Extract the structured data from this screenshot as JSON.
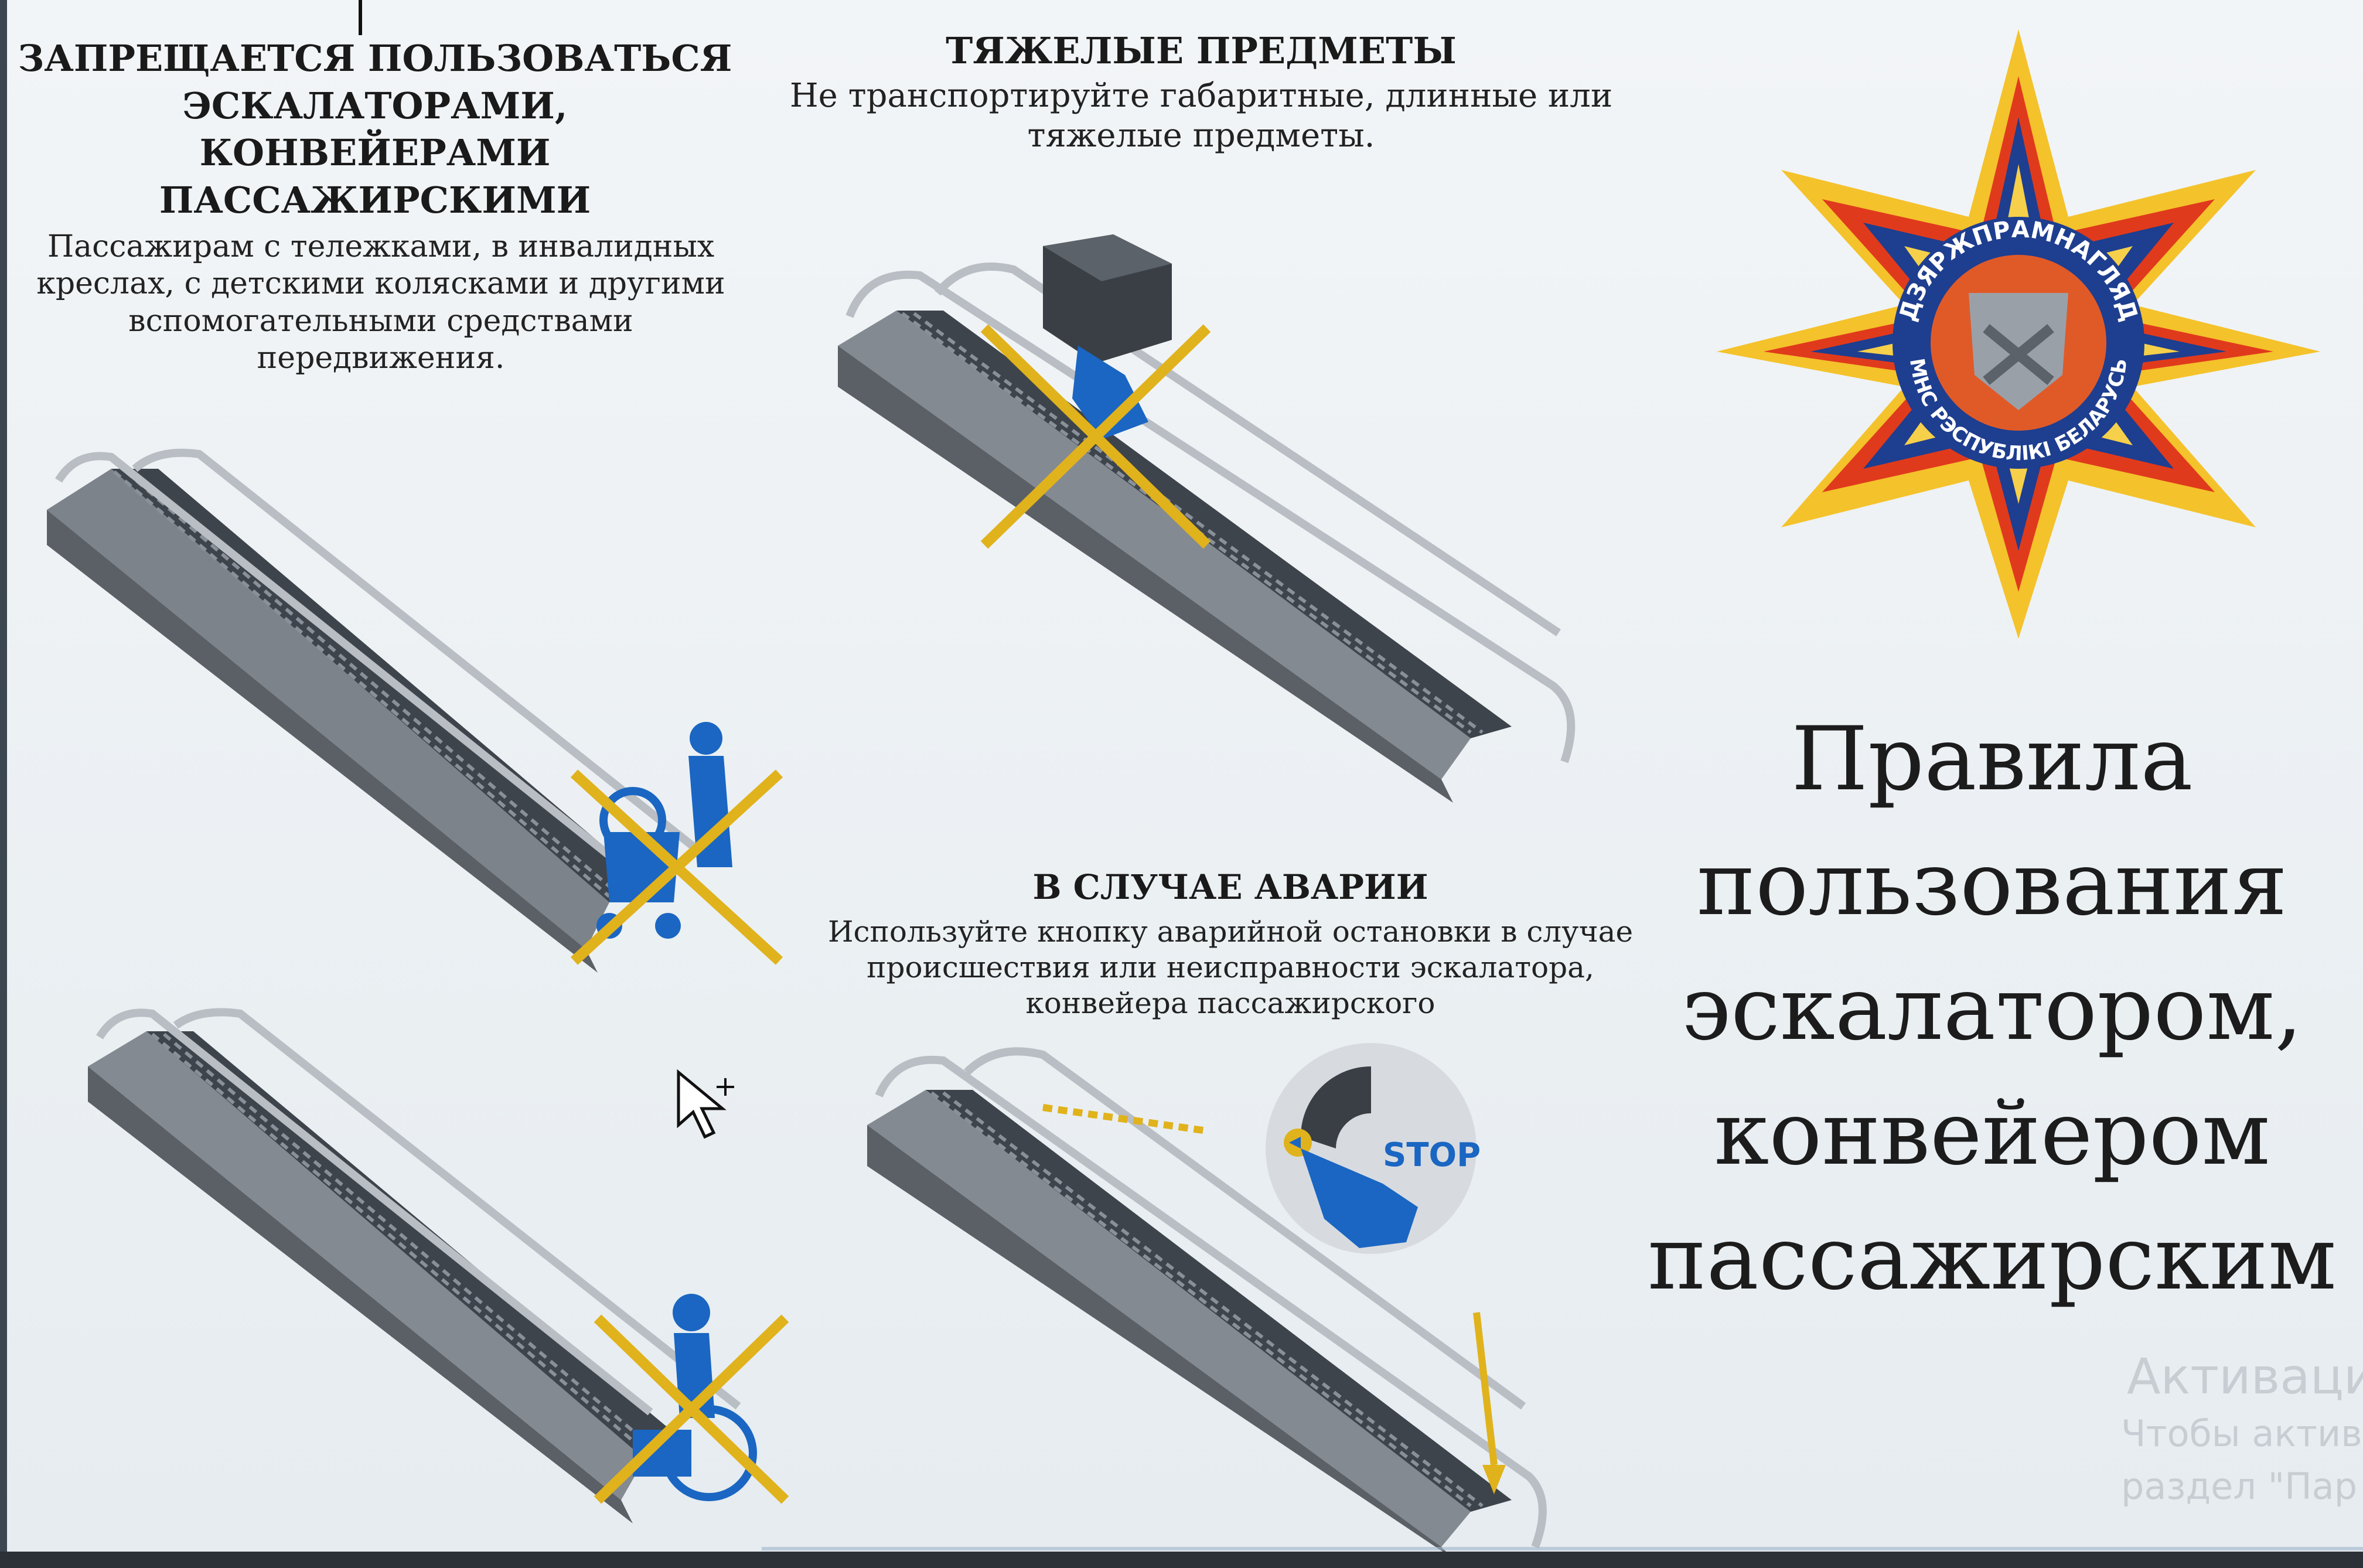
{
  "left_column": {
    "title": "ЗАПРЕЩАЕТСЯ ПОЛЬЗОВАТЬСЯ ЭСКАЛАТОРАМИ, КОНВЕЙЕРАМИ ПАССАЖИРСКИМИ",
    "text": "Пассажирам с тележками, в инвалидных креслах, с детскими колясками и другими вспомогательными средствами передвижения."
  },
  "heavy_items": {
    "title": "ТЯЖЕЛЫЕ ПРЕДМЕТЫ",
    "text": "Не транспортируйте габаритные, длинные или тяжелые предметы."
  },
  "emergency": {
    "title": "В СЛУЧАЕ АВАРИИ",
    "text": "Используйте кнопку аварийной остановки в случае происшествия или неисправности эскалатора, конвейера пассажирского",
    "button_label": "STOP"
  },
  "poster_title": {
    "line1": "Правила",
    "line2": "пользования",
    "line3": "эскалатором,",
    "line4": "конвейером",
    "line5": "пассажирским"
  },
  "emblem": {
    "ring_text_top": "ДЗЯРЖПРАМНАГЛЯД",
    "ring_text_bottom": "МНС РЭСПУБЛІКІ БЕЛАРУСЬ"
  },
  "watermark": {
    "title": "Активаци",
    "line1": "Чтобы актив",
    "line2": "раздел \"Пар"
  },
  "colors": {
    "accent_blue": "#1a66c2",
    "cross_yellow": "#e0b21c",
    "escalator_gray": "#8a8f96",
    "emblem_red": "#e03a1c",
    "emblem_gold": "#f4c22b",
    "emblem_navy": "#1e3e8f"
  }
}
